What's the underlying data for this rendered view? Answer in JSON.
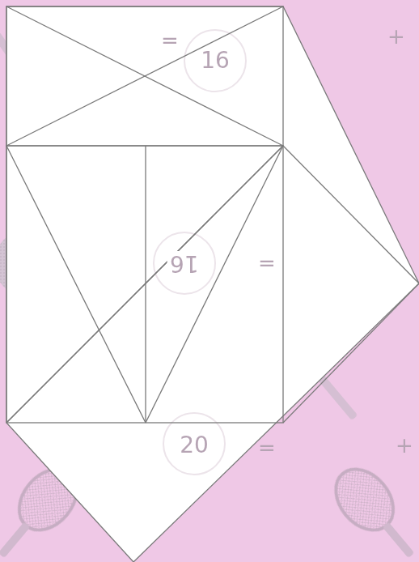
{
  "diagram": {
    "labels": [
      "=",
      "16",
      "+",
      "16",
      "=",
      "20",
      "=",
      "+"
    ]
  }
}
